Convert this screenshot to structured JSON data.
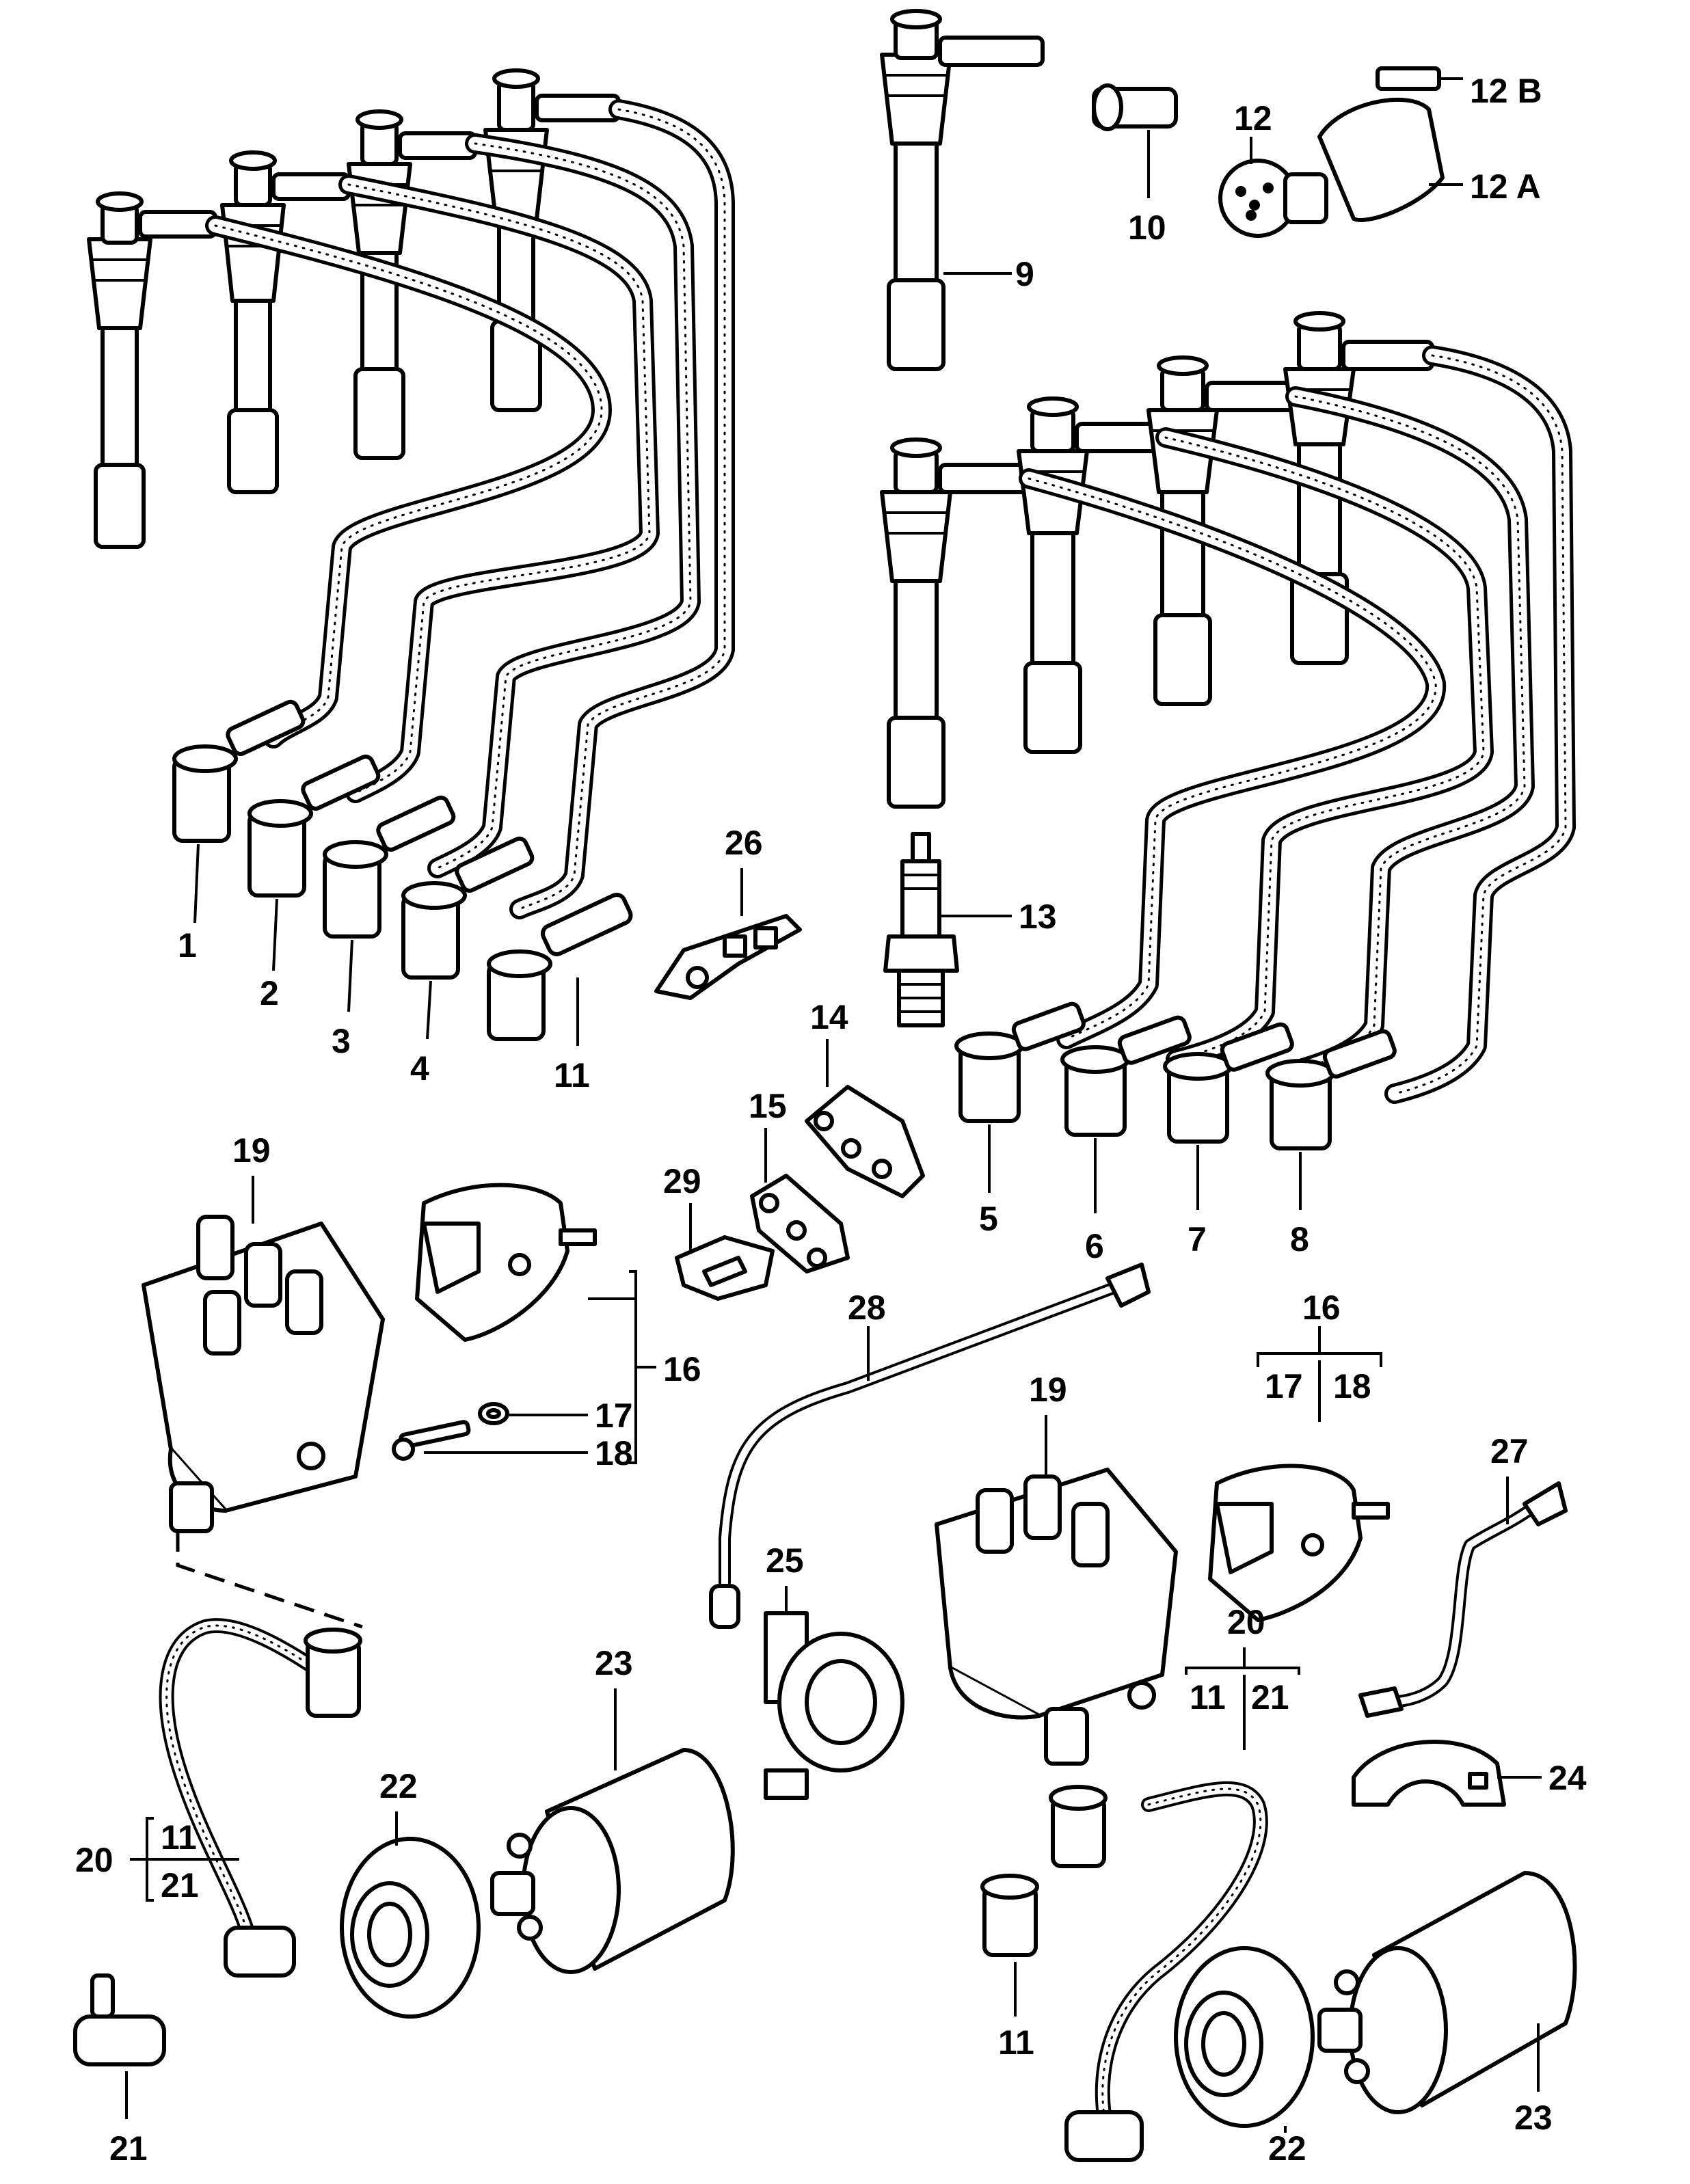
{
  "callouts": {
    "c1": "1",
    "c2": "2",
    "c3": "3",
    "c4": "4",
    "c5": "5",
    "c6": "6",
    "c7": "7",
    "c8": "8",
    "c9": "9",
    "c10": "10",
    "c11_left": "11",
    "c11_right": "11",
    "c12": "12",
    "c12a": "12 A",
    "c12b": "12 B",
    "c13": "13",
    "c14": "14",
    "c15": "15",
    "c16_left": "16",
    "c16_right": "16",
    "c17_left": "17",
    "c17_right": "17",
    "c18_left": "18",
    "c18_right": "18",
    "c19_left": "19",
    "c19_right": "19",
    "c20_left": "20",
    "c20_right": "20",
    "c20_left_11": "11",
    "c20_left_21": "21",
    "c20_right_11": "11",
    "c20_right_21": "21",
    "c21": "21",
    "c22_left": "22",
    "c22_right": "22",
    "c23_left": "23",
    "c23_right": "23",
    "c24": "24",
    "c25": "25",
    "c26": "26",
    "c27": "27",
    "c28": "28",
    "c29": "29"
  },
  "icons": {
    "spark_plug_connector": "spark-plug-connector-icon",
    "spark_plug": "spark-plug-icon",
    "distributor_cap": "distributor-cap-icon",
    "ignition_coil": "ignition-coil-icon",
    "cable": "ignition-cable-icon"
  },
  "colors": {
    "line": "#000000",
    "background": "#ffffff"
  }
}
